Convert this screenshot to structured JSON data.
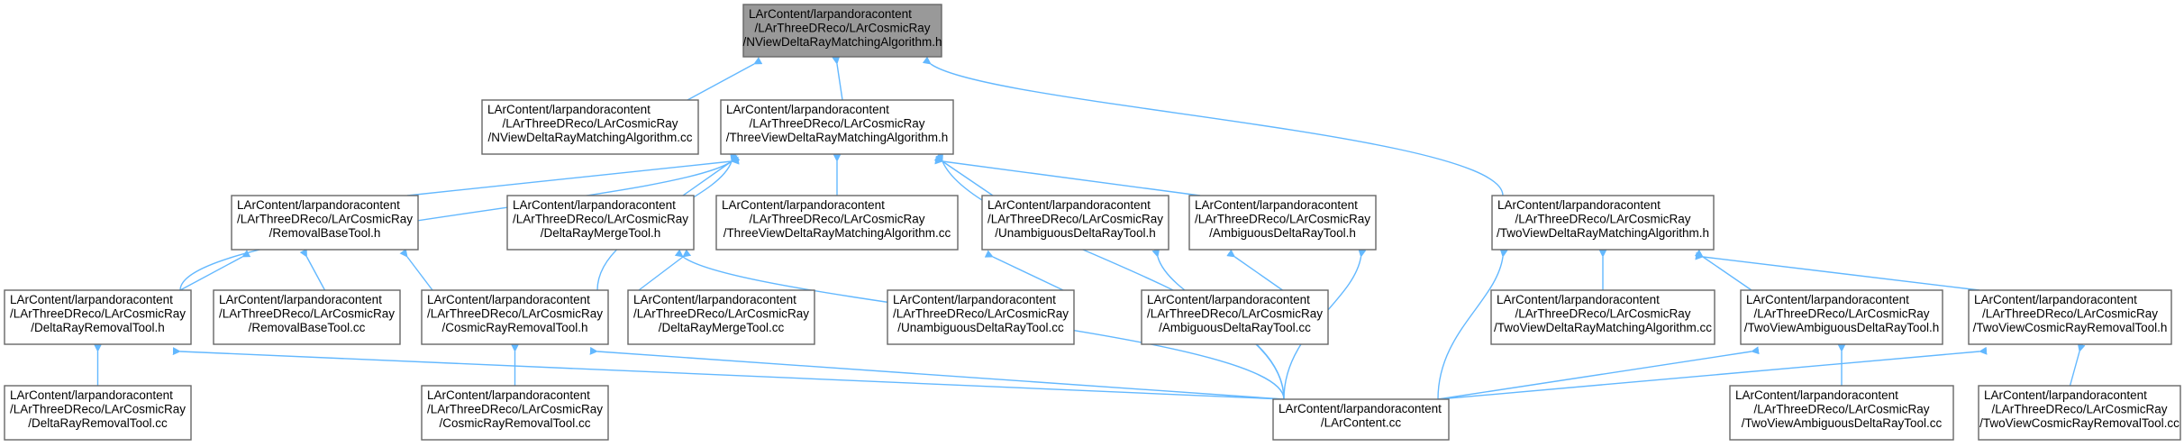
{
  "root": "n0",
  "nodes": [
    {
      "id": "n0",
      "root": true,
      "lines": [
        "LArContent/larpandoracontent",
        "/LArThreeDReco/LArCosmicRay",
        "/NViewDeltaRayMatchingAlgorithm.h"
      ]
    },
    {
      "id": "n1",
      "lines": [
        "LArContent/larpandoracontent",
        "/LArThreeDReco/LArCosmicRay",
        "/NViewDeltaRayMatchingAlgorithm.cc"
      ]
    },
    {
      "id": "n2",
      "lines": [
        "LArContent/larpandoracontent",
        "/LArThreeDReco/LArCosmicRay",
        "/ThreeViewDeltaRayMatchingAlgorithm.h"
      ]
    },
    {
      "id": "n3",
      "lines": [
        "LArContent/larpandoracontent",
        "/LArThreeDReco/LArCosmicRay",
        "/TwoViewDeltaRayMatchingAlgorithm.h"
      ]
    },
    {
      "id": "n4",
      "lines": [
        "LArContent/larpandoracontent",
        "/LArThreeDReco/LArCosmicRay",
        "/RemovalBaseTool.h"
      ]
    },
    {
      "id": "n5",
      "lines": [
        "LArContent/larpandoracontent",
        "/LArThreeDReco/LArCosmicRay",
        "/DeltaRayMergeTool.h"
      ]
    },
    {
      "id": "n6",
      "lines": [
        "LArContent/larpandoracontent",
        "/LArThreeDReco/LArCosmicRay",
        "/ThreeViewDeltaRayMatchingAlgorithm.cc"
      ]
    },
    {
      "id": "n7",
      "lines": [
        "LArContent/larpandoracontent",
        "/LArThreeDReco/LArCosmicRay",
        "/UnambiguousDeltaRayTool.h"
      ]
    },
    {
      "id": "n8",
      "lines": [
        "LArContent/larpandoracontent",
        "/LArThreeDReco/LArCosmicRay",
        "/AmbiguousDeltaRayTool.h"
      ]
    },
    {
      "id": "n9",
      "lines": [
        "LArContent/larpandoracontent",
        "/LArThreeDReco/LArCosmicRay",
        "/DeltaRayRemovalTool.h"
      ]
    },
    {
      "id": "n10",
      "lines": [
        "LArContent/larpandoracontent",
        "/LArThreeDReco/LArCosmicRay",
        "/RemovalBaseTool.cc"
      ]
    },
    {
      "id": "n11",
      "lines": [
        "LArContent/larpandoracontent",
        "/LArThreeDReco/LArCosmicRay",
        "/CosmicRayRemovalTool.h"
      ]
    },
    {
      "id": "n12",
      "lines": [
        "LArContent/larpandoracontent",
        "/LArThreeDReco/LArCosmicRay",
        "/DeltaRayMergeTool.cc"
      ]
    },
    {
      "id": "n13",
      "lines": [
        "LArContent/larpandoracontent",
        "/LArThreeDReco/LArCosmicRay",
        "/UnambiguousDeltaRayTool.cc"
      ]
    },
    {
      "id": "n14",
      "lines": [
        "LArContent/larpandoracontent",
        "/LArThreeDReco/LArCosmicRay",
        "/AmbiguousDeltaRayTool.cc"
      ]
    },
    {
      "id": "n15",
      "lines": [
        "LArContent/larpandoracontent",
        "/LArThreeDReco/LArCosmicRay",
        "/TwoViewDeltaRayMatchingAlgorithm.cc"
      ]
    },
    {
      "id": "n16",
      "lines": [
        "LArContent/larpandoracontent",
        "/LArThreeDReco/LArCosmicRay",
        "/TwoViewAmbiguousDeltaRayTool.h"
      ]
    },
    {
      "id": "n17",
      "lines": [
        "LArContent/larpandoracontent",
        "/LArThreeDReco/LArCosmicRay",
        "/TwoViewCosmicRayRemovalTool.h"
      ]
    },
    {
      "id": "n18",
      "lines": [
        "LArContent/larpandoracontent",
        "/LArThreeDReco/LArCosmicRay",
        "/DeltaRayRemovalTool.cc"
      ]
    },
    {
      "id": "n19",
      "lines": [
        "LArContent/larpandoracontent",
        "/LArThreeDReco/LArCosmicRay",
        "/CosmicRayRemovalTool.cc"
      ]
    },
    {
      "id": "n20",
      "lines": [
        "LArContent/larpandoracontent",
        "/LArContent.cc"
      ]
    },
    {
      "id": "n21",
      "lines": [
        "LArContent/larpandoracontent",
        "/LArThreeDReco/LArCosmicRay",
        "/TwoViewAmbiguousDeltaRayTool.cc"
      ]
    },
    {
      "id": "n22",
      "lines": [
        "LArContent/larpandoracontent",
        "/LArThreeDReco/LArCosmicRay",
        "/TwoViewCosmicRayRemovalTool.cc"
      ]
    }
  ],
  "edges": [
    {
      "from": "n1",
      "to": "n0"
    },
    {
      "from": "n2",
      "to": "n0"
    },
    {
      "from": "n3",
      "to": "n0"
    },
    {
      "from": "n4",
      "to": "n2"
    },
    {
      "from": "n5",
      "to": "n2"
    },
    {
      "from": "n6",
      "to": "n2"
    },
    {
      "from": "n7",
      "to": "n2"
    },
    {
      "from": "n8",
      "to": "n2"
    },
    {
      "from": "n9",
      "to": "n2"
    },
    {
      "from": "n11",
      "to": "n2"
    },
    {
      "from": "n20",
      "to": "n2"
    },
    {
      "from": "n9",
      "to": "n4"
    },
    {
      "from": "n10",
      "to": "n4"
    },
    {
      "from": "n11",
      "to": "n4"
    },
    {
      "from": "n12",
      "to": "n5"
    },
    {
      "from": "n20",
      "to": "n5"
    },
    {
      "from": "n13",
      "to": "n7"
    },
    {
      "from": "n20",
      "to": "n7"
    },
    {
      "from": "n14",
      "to": "n8"
    },
    {
      "from": "n20",
      "to": "n8"
    },
    {
      "from": "n18",
      "to": "n9"
    },
    {
      "from": "n20",
      "to": "n9"
    },
    {
      "from": "n19",
      "to": "n11"
    },
    {
      "from": "n20",
      "to": "n11"
    },
    {
      "from": "n15",
      "to": "n3"
    },
    {
      "from": "n16",
      "to": "n3"
    },
    {
      "from": "n17",
      "to": "n3"
    },
    {
      "from": "n20",
      "to": "n3"
    },
    {
      "from": "n21",
      "to": "n16"
    },
    {
      "from": "n20",
      "to": "n16"
    },
    {
      "from": "n22",
      "to": "n17"
    },
    {
      "from": "n20",
      "to": "n17"
    }
  ]
}
